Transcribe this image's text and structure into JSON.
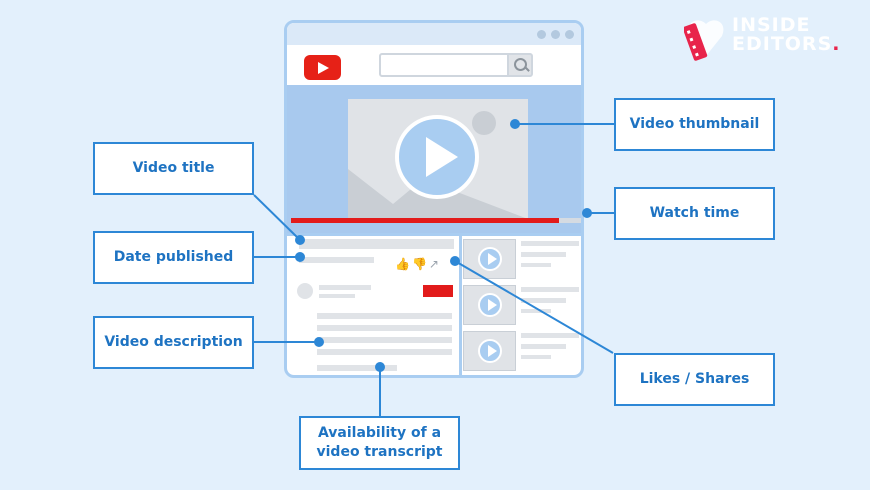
{
  "labels": {
    "video_thumbnail": "Video thumbnail",
    "watch_time": "Watch time",
    "likes_shares": "Likes / Shares",
    "video_title": "Video title",
    "date_published": "Date published",
    "video_description": "Video description",
    "transcript": "Availability of a video transcript"
  },
  "brand": {
    "line1": "INSIDE",
    "line2": "EDITORS",
    "dot": "."
  },
  "colors": {
    "background": "#e3f0fc",
    "accent_blue": "#2d87d6",
    "label_text": "#1e73c2",
    "youtube_red": "#e62117",
    "brand_red": "#e8244b"
  },
  "icons": [
    "youtube-logo-icon",
    "search-icon",
    "play-icon",
    "thumbs-up-icon",
    "thumbs-down-icon",
    "share-icon"
  ]
}
